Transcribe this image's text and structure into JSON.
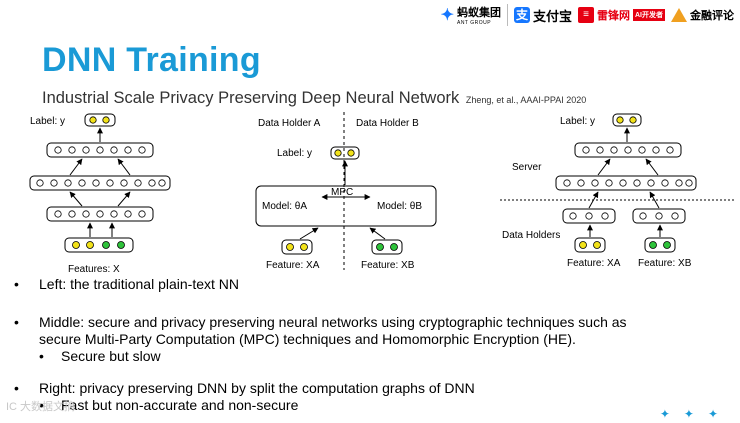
{
  "logos": {
    "ant_cn": "蚂蚁集团",
    "ant_en": "ANT GROUP",
    "alipay": "支付宝",
    "leifeng": "雷锋网",
    "leifeng_tag": "AI开发者",
    "jinrong": "金融评论"
  },
  "title": "DNN Training",
  "subtitle": "Industrial Scale Privacy Preserving Deep Neural Network",
  "citation": "Zheng, et al., AAAI-PPAI 2020",
  "colors": {
    "title": "#1a9ad6",
    "yellow_node": "#f2e21a",
    "green_node": "#2ec23a"
  },
  "left_diagram": {
    "label": "Label: y",
    "features": "Features: X"
  },
  "middle_diagram": {
    "holder_a": "Data Holder A",
    "holder_b": "Data Holder B",
    "label": "Label: y",
    "mpc": "MPC",
    "model_a": "Model: θA",
    "model_b": "Model: θB",
    "feature_a": "Feature: XA",
    "feature_b": "Feature: XB"
  },
  "right_diagram": {
    "label": "Label: y",
    "server": "Server",
    "data_holders": "Data Holders",
    "feature_a": "Feature: XA",
    "feature_b": "Feature: XB"
  },
  "bullets": [
    {
      "level": 1,
      "text": "Left: the traditional plain-text NN"
    },
    {
      "level": 1,
      "text": "Middle: secure and privacy preserving neural networks using cryptographic techniques such as"
    },
    {
      "level": 1,
      "text": "secure Multi-Party Computation (MPC) techniques and Homomorphic Encryption (HE)."
    },
    {
      "level": 2,
      "text": "Secure but slow"
    },
    {
      "level": 1,
      "text": "Right: privacy preserving DNN by split the computation graphs of DNN"
    },
    {
      "level": 2,
      "text": "Fast but non-accurate and non-secure"
    }
  ],
  "watermark": "IC 大数据文摘"
}
